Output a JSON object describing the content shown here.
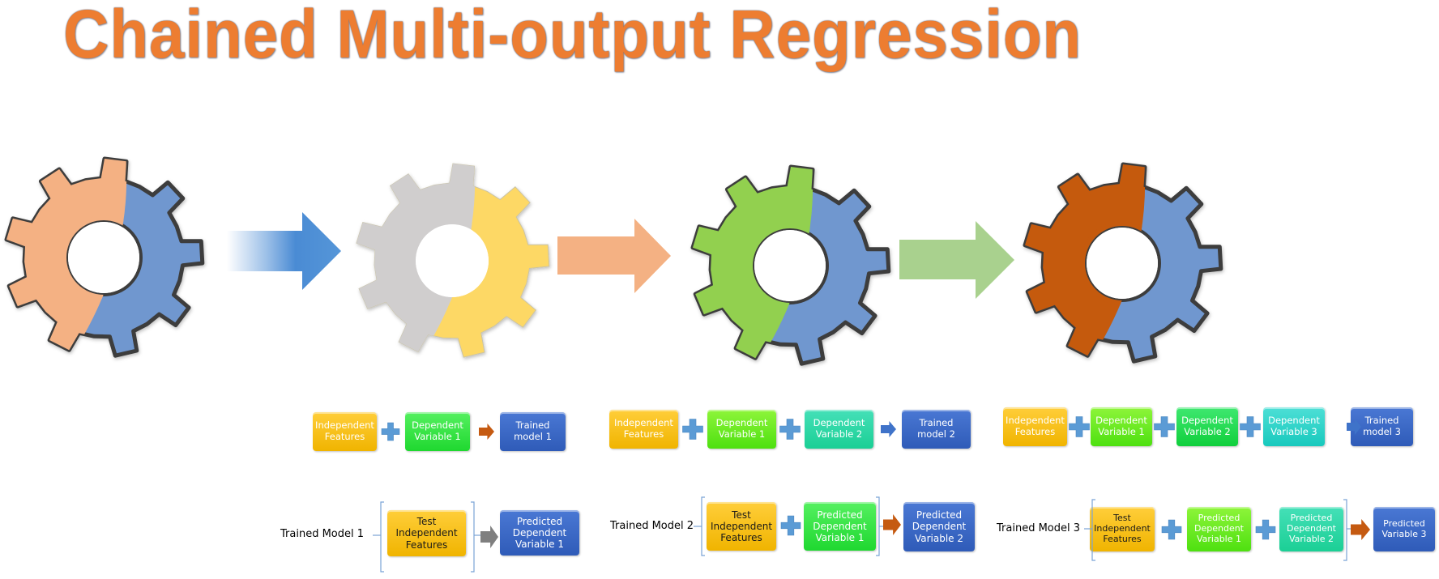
{
  "title": "Chained Multi-output Regression",
  "colors": {
    "title": "#ed7d31",
    "gear_blue": "#6f97cf",
    "gear_outline": "#3d3d3d",
    "gear1_left": "#f4b183",
    "gear2_left": "#d0cece",
    "gear2_right": "#fdd865",
    "gear3_left": "#92d050",
    "gear4_left": "#c55a11",
    "arrow1": "#4a8bd4",
    "arrow2": "#f4b183",
    "arrow3": "#a9d18e",
    "plus": "#5b9bd5",
    "arrow_orange": "#c55a11",
    "arrow_gray": "#7f7f7f",
    "arrow_blue": "#3f73c9"
  },
  "gears": [
    {
      "name": "gear-1",
      "left_color": "#f4b183",
      "right_color": "#6f97cf",
      "outlined": true
    },
    {
      "name": "gear-2",
      "left_color": "#d0cece",
      "right_color": "#fdd865",
      "outlined": false
    },
    {
      "name": "gear-3",
      "left_color": "#92d050",
      "right_color": "#6f97cf",
      "outlined": true
    },
    {
      "name": "gear-4",
      "left_color": "#c55a11",
      "right_color": "#6f97cf",
      "outlined": true
    }
  ],
  "training": [
    {
      "inputs": [
        "Independent Features",
        "Dependent Variable 1"
      ],
      "connector": "orange-arrow",
      "output": "Trained model 1"
    },
    {
      "inputs": [
        "Independent Features",
        "Dependent Variable 1",
        "Dependent Variable 2"
      ],
      "connector": "blue-arrow",
      "output": "Trained model 2"
    },
    {
      "inputs": [
        "Independent Features",
        "Dependent Variable 1",
        "Dependent Variable 2",
        "Dependent Variable 3"
      ],
      "connector": "blue-arrow",
      "output": "Trained model 3"
    }
  ],
  "prediction": [
    {
      "model": "Trained Model 1",
      "inputs": [
        "Test Independent Features"
      ],
      "connector": "gray-arrow",
      "output": "Predicted Dependent Variable 1"
    },
    {
      "model": "Trained Model 2",
      "inputs": [
        "Test Independent Features",
        "Predicted Dependent Variable 1"
      ],
      "connector": "orange-arrow",
      "output": "Predicted Dependent Variable 2"
    },
    {
      "model": "Trained Model 3",
      "inputs": [
        "Test Independent Features",
        "Predicted Dependent Variable 1",
        "Predicted Dependent Variable 2"
      ],
      "connector": "orange-arrow",
      "output": "Predicted Variable 3"
    }
  ]
}
